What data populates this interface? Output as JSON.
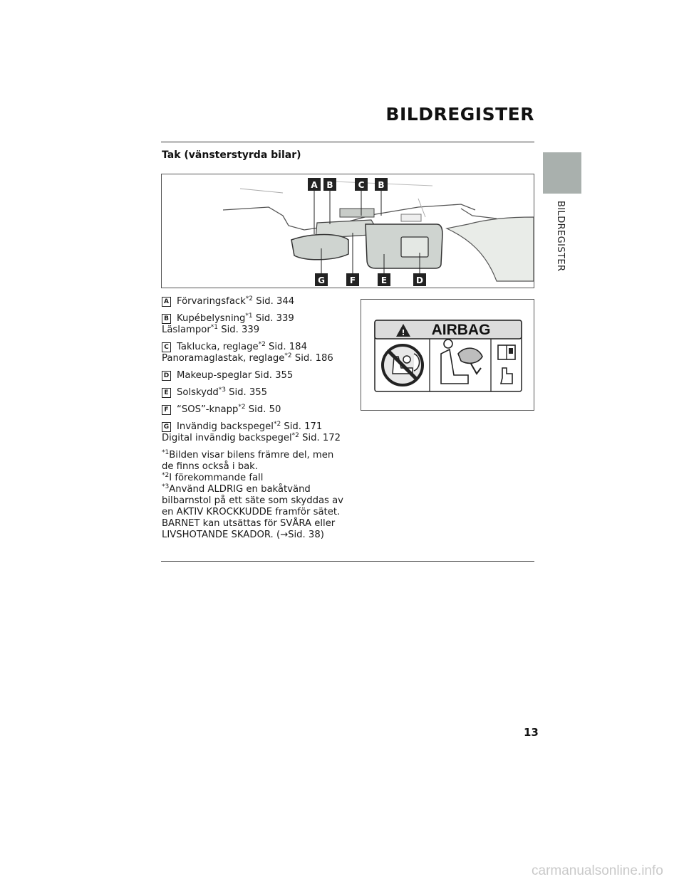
{
  "header": {
    "title": "BILDREGISTER",
    "side_tab_label": "BILDREGISTER"
  },
  "section": {
    "title": "Tak (vänsterstyrda bilar)"
  },
  "figure": {
    "callouts_top": [
      "A",
      "B",
      "C",
      "B"
    ],
    "callouts_bottom": [
      "G",
      "F",
      "E",
      "D"
    ]
  },
  "items": [
    {
      "badge": "A",
      "lines": [
        {
          "text": "Förvaringsfack",
          "sup": "*2",
          "ref": " Sid. 344"
        }
      ]
    },
    {
      "badge": "B",
      "lines": [
        {
          "text": "Kupébelysning",
          "sup": "*1",
          "ref": " Sid. 339"
        },
        {
          "text": "Läslampor",
          "sup": "*1",
          "ref": " Sid. 339"
        }
      ]
    },
    {
      "badge": "C",
      "lines": [
        {
          "text": "Taklucka, reglage",
          "sup": "*2",
          "ref": " Sid. 184"
        },
        {
          "text": "Panoramaglastak, reglage",
          "sup": "*2",
          "ref": " Sid. 186"
        }
      ]
    },
    {
      "badge": "D",
      "lines": [
        {
          "text": "Makeup-speglar Sid. 355",
          "sup": "",
          "ref": ""
        }
      ]
    },
    {
      "badge": "E",
      "lines": [
        {
          "text": "Solskydd",
          "sup": "*3",
          "ref": " Sid. 355"
        }
      ]
    },
    {
      "badge": "F",
      "lines": [
        {
          "text": "“SOS”-knapp",
          "sup": "*2",
          "ref": " Sid. 50"
        }
      ]
    },
    {
      "badge": "G",
      "lines": [
        {
          "text": "Invändig backspegel",
          "sup": "*2",
          "ref": " Sid. 171"
        },
        {
          "text": "Digital invändig backspegel",
          "sup": "*2",
          "ref": " Sid. 172"
        }
      ]
    }
  ],
  "notes": [
    {
      "mark": "*1",
      "text": "Bilden visar bilens främre del, men de finns också i bak."
    },
    {
      "mark": "*2",
      "text": "I förekommande fall"
    },
    {
      "mark": "*3",
      "text": "Använd ALDRIG en bakåtvänd bilbarnstol på ett säte som skyddas av en AKTIV KROCKKUDDE framför sätet. BARNET kan utsättas för SVÅRA eller LIVSHOTANDE SKADOR. (→Sid. 38)"
    }
  ],
  "airbag_label": {
    "title": "AIRBAG",
    "warning_glyph": "!"
  },
  "footer": {
    "page_number": "13",
    "watermark": "carmanualsonline.info"
  }
}
